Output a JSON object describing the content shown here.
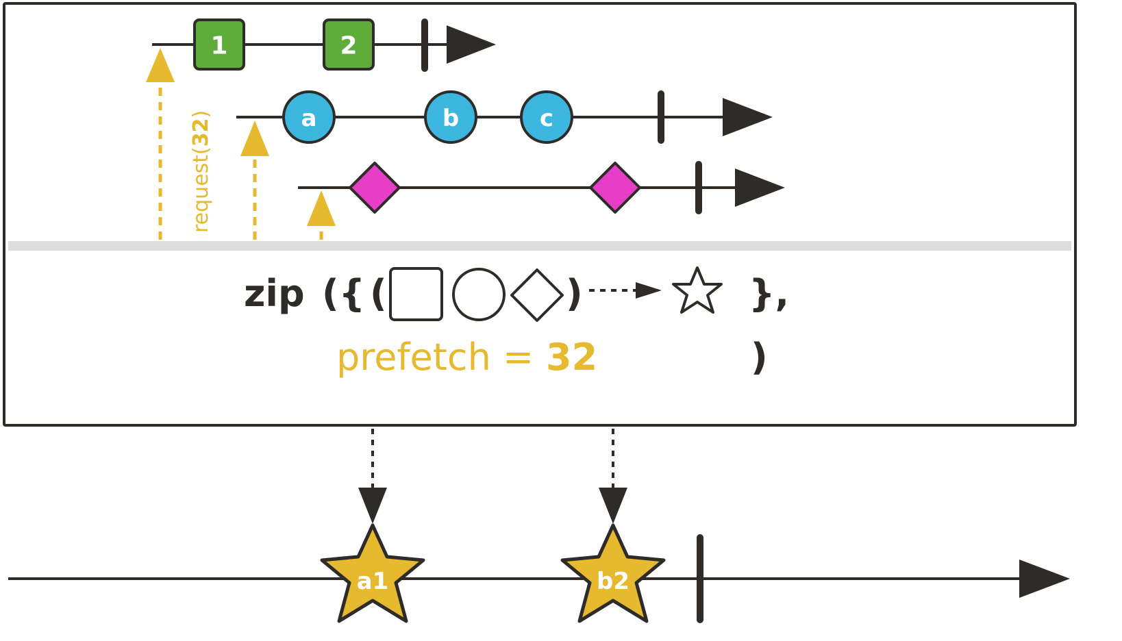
{
  "colors": {
    "ink": "#2e2b28",
    "request_yellow": "#e6b92f",
    "square_green": "#5fac3a",
    "circle_blue": "#3cb6de",
    "diamond_magenta": "#e63ec6",
    "star_gold": "#e6b92f",
    "divider_gray": "#dcdcdc"
  },
  "sources": {
    "squares": [
      "1",
      "2"
    ],
    "circles": [
      "a",
      "b",
      "c"
    ],
    "diamonds_count": 2
  },
  "request": {
    "prefix": "request(",
    "value": "32",
    "suffix": ")"
  },
  "operator": {
    "name": "zip",
    "open": "({",
    "tuple_open": "(",
    "tuple_close": ")",
    "close": "},",
    "prefetch_label": "prefetch =",
    "prefetch_value": "32",
    "final_paren": ")"
  },
  "output": {
    "stars": [
      "a1",
      "b2"
    ]
  },
  "icons": {
    "square": "square-outline-icon",
    "circle": "circle-outline-icon",
    "diamond": "diamond-outline-icon",
    "star": "star-outline-icon"
  }
}
